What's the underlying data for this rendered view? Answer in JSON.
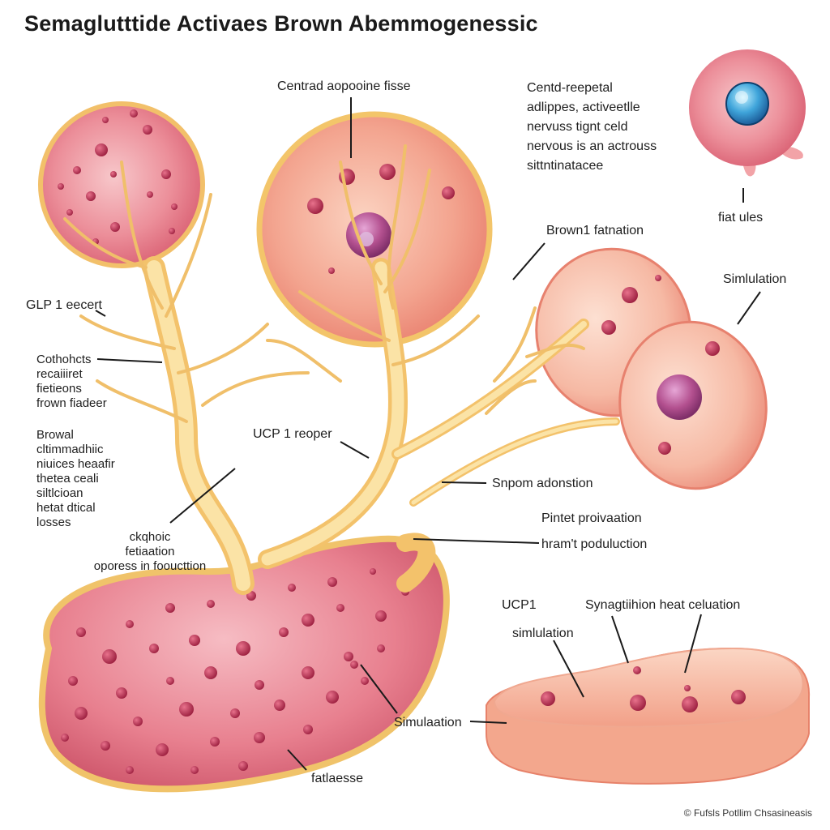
{
  "title": "Semaglutttide Activaes Brown Abemmogenessic",
  "labels": {
    "central_adipose": "Centrad aopooine fisse",
    "central_receptal": "Centd-reepetal\nadlippes, activeetlle\nnervuss tignt celd\nnervous is an actrouss\nsittntinatacee",
    "fat_ules": "fiat ules",
    "brown_fat": "Brown1 fatnation",
    "stimulation_top": "Simlulation",
    "glp1": "GLP 1 eecert",
    "cotholicts": "Cothohcts\nrecaiiiret\nfietieons\nfrown fiadeer",
    "brown_block": "Browal\ncltimmadhiic\nniuices heaafir\nthetea ceali\nsiltlcioan\nhetat dtical\nlosses",
    "ucp1_receptor": "UCP 1 reoper",
    "snpom": "Snpom adonstion",
    "protein": "Pintet proivaation",
    "heat_production": "hram't poduluction",
    "ckqhoic": "ckqhoic\nfetiaation\noporess in fooucttion",
    "ucp1_small": "UCP1",
    "stimulation_mid": "simlulation",
    "synagtion": "Synagtiihion heat celuation",
    "simulation_low": "Simulaation",
    "fat_base": "fatlaesse"
  },
  "credit": "© Fufsls Potllim Chsasineasis",
  "icons": [
    "adipocyte-cell",
    "stem-cell",
    "nerve-tree",
    "muscle-tissue",
    "tissue-slab"
  ]
}
